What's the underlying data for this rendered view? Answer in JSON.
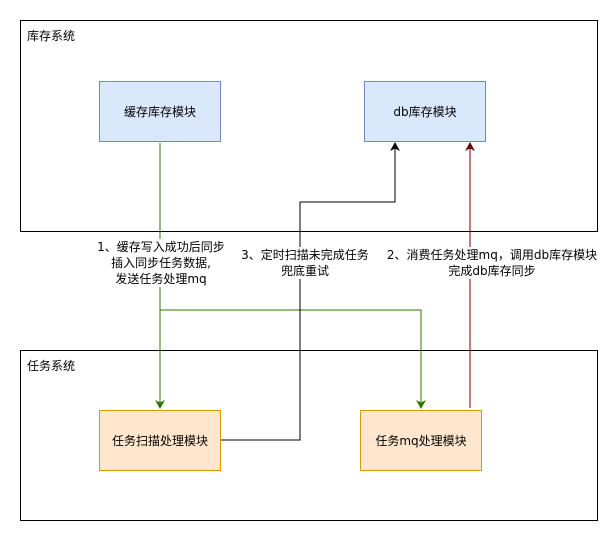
{
  "containers": {
    "inventory_system": {
      "title": "库存系统"
    },
    "task_system": {
      "title": "任务系统"
    }
  },
  "boxes": {
    "cache_inventory": "缓存库存模块",
    "db_inventory": "db库存模块",
    "task_scan": "任务扫描处理模块",
    "task_mq": "任务mq处理模块"
  },
  "labels": {
    "step1": [
      "1、缓存写入成功后同步",
      "插入同步任务数据,",
      "发送任务处理mq"
    ],
    "step2": [
      "2、消费任务处理mq，调用db库存模块",
      "完成db库存同步"
    ],
    "step3": [
      "3、定时扫描未完成任务",
      "兜底重试"
    ]
  },
  "colors": {
    "green_edge": "#2d7600",
    "dark_red_edge": "#6f0000",
    "black_edge": "#000000",
    "blue_fill": "#dae8fc",
    "blue_stroke": "#6c8ebf",
    "orange_fill": "#ffe6cc",
    "orange_stroke": "#d79b00"
  }
}
